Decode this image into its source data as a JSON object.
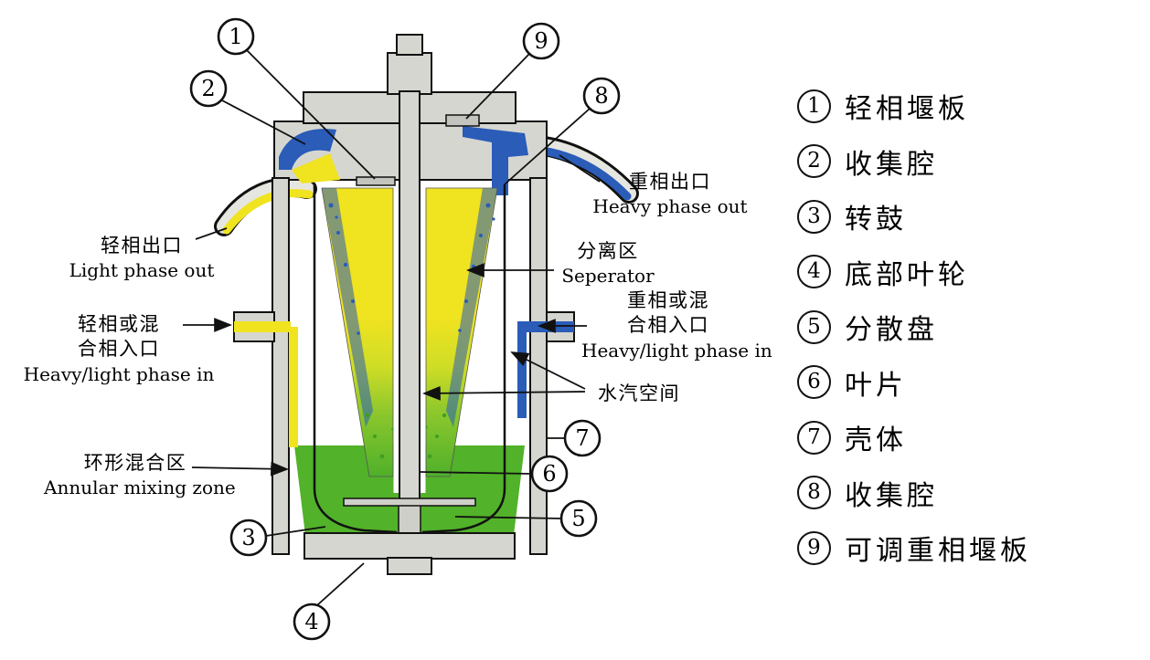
{
  "colors": {
    "light_phase_yellow": "#f0e320",
    "heavy_phase_blue": "#2a5cb8",
    "mixed_phase_green": "#52b22a",
    "body_gray": "#d6d6d0",
    "outline_black": "#111111"
  },
  "callouts": {
    "c1": "1",
    "c2": "2",
    "c3": "3",
    "c4": "4",
    "c5": "5",
    "c6": "6",
    "c7": "7",
    "c8": "8",
    "c9": "9"
  },
  "labels": {
    "light_phase_out": {
      "zh": "轻相出口",
      "en": "Light phase out"
    },
    "light_phase_in": {
      "zh1": "轻相或混",
      "zh2": "合相入口",
      "en": "Heavy/light phase in"
    },
    "annular_mixing_zone": {
      "zh": "环形混合区",
      "en": "Annular mixing zone"
    },
    "heavy_phase_out": {
      "zh": "重相出口",
      "en": "Heavy phase out"
    },
    "separator": {
      "zh": "分离区",
      "en": "Seperator"
    },
    "heavy_phase_in": {
      "zh1": "重相或混",
      "zh2": "合相入口",
      "en": "Heavy/light phase in"
    },
    "vapor_space": {
      "zh": "水汽空间"
    }
  },
  "legend": {
    "items": [
      {
        "num": "1",
        "label": "轻相堰板"
      },
      {
        "num": "2",
        "label": "收集腔"
      },
      {
        "num": "3",
        "label": "转鼓"
      },
      {
        "num": "4",
        "label": "底部叶轮"
      },
      {
        "num": "5",
        "label": "分散盘"
      },
      {
        "num": "6",
        "label": "叶片"
      },
      {
        "num": "7",
        "label": "壳体"
      },
      {
        "num": "8",
        "label": "收集腔"
      },
      {
        "num": "9",
        "label": "可调重相堰板"
      }
    ]
  }
}
